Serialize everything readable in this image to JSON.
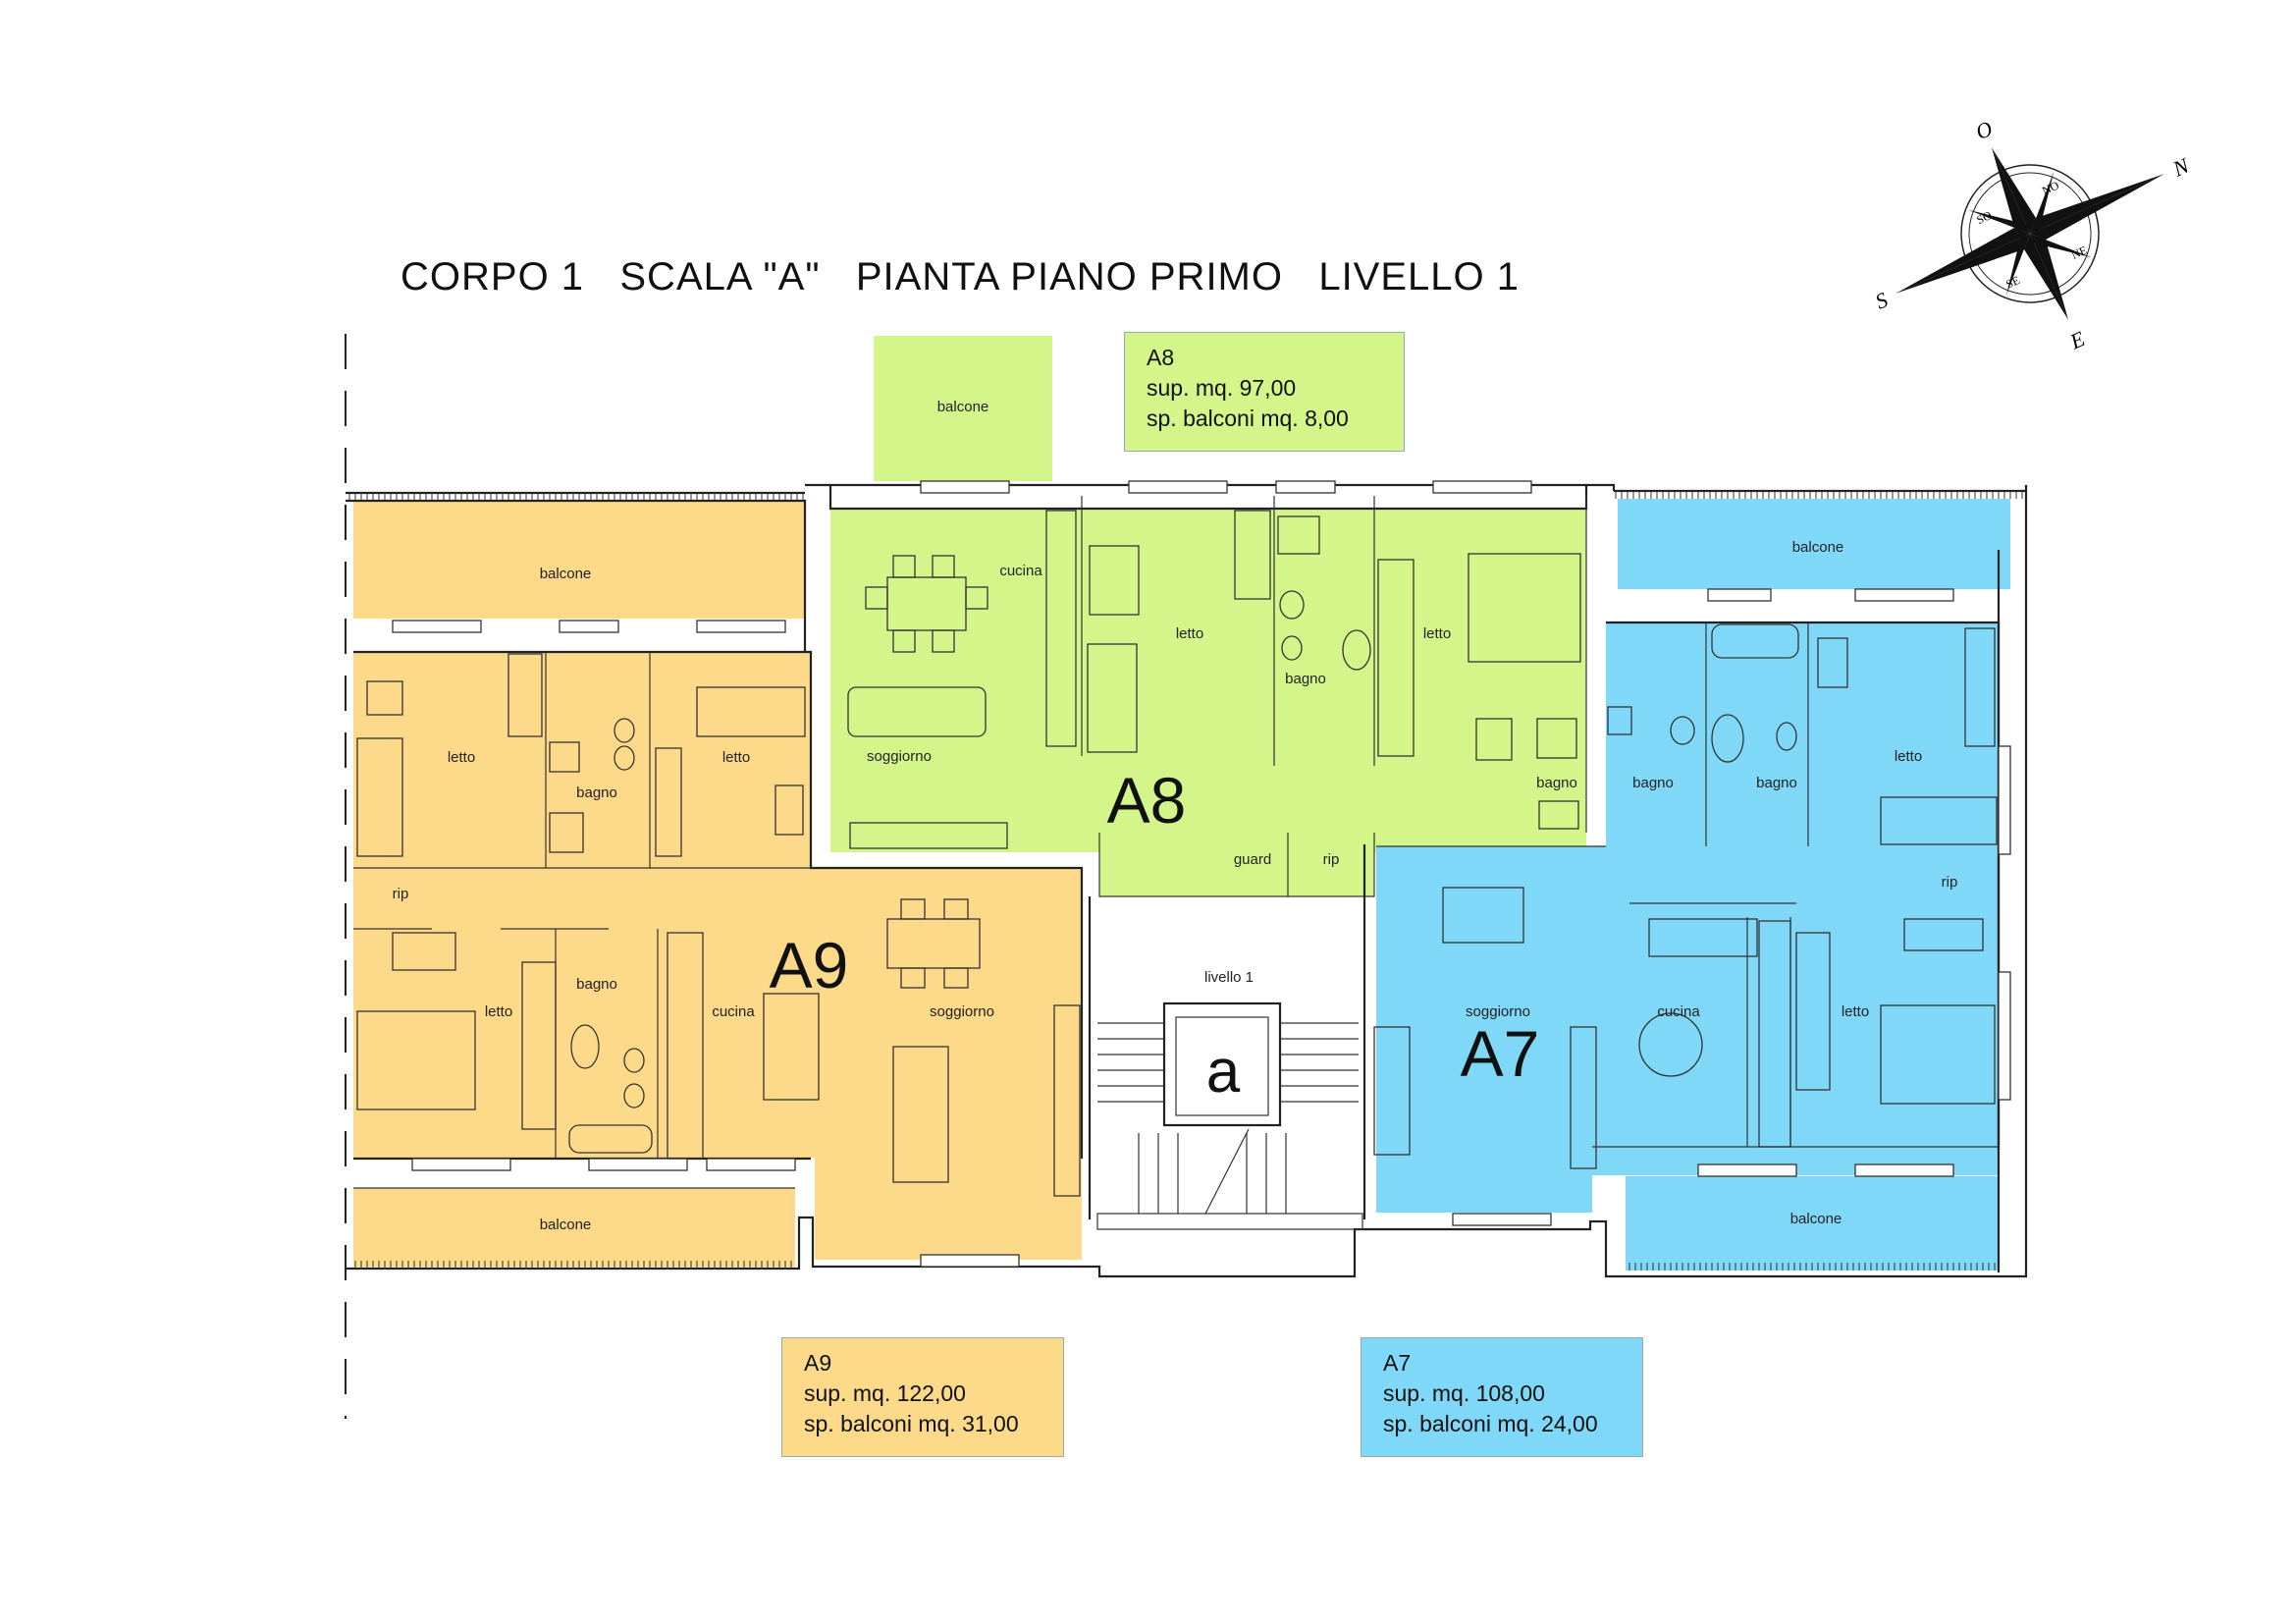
{
  "title": "CORPO 1   SCALA \"A\"   PIANTA PIANO PRIMO   LIVELLO 1",
  "colors": {
    "A7": "#7fd8f7",
    "A8": "#d3f58a",
    "A9": "#fdd98a",
    "stair": "#ffffff",
    "wall": "#222222"
  },
  "info_boxes": {
    "A8": {
      "name": "A8",
      "sup": "sup. mq. 97,00",
      "balconi": "sp. balconi mq. 8,00"
    },
    "A9": {
      "name": "A9",
      "sup": "sup. mq. 122,00",
      "balconi": "sp. balconi mq. 31,00"
    },
    "A7": {
      "name": "A7",
      "sup": "sup. mq. 108,00",
      "balconi": "sp. balconi mq. 24,00"
    }
  },
  "units": {
    "A7": "A7",
    "A8": "A8",
    "A9": "A9"
  },
  "stair_letter": "a",
  "rooms": {
    "a8_balcone": "balcone",
    "a8_cucina": "cucina",
    "a8_letto1": "letto",
    "a8_bagno": "bagno",
    "a8_letto2": "letto",
    "a8_soggiorno": "soggiorno",
    "a8_bagno2": "bagno",
    "a8_guard": "guard",
    "a8_rip": "rip",
    "a9_balcone_top": "balcone",
    "a9_letto1": "letto",
    "a9_bagno1": "bagno",
    "a9_letto2": "letto",
    "a9_rip": "rip",
    "a9_letto3": "letto",
    "a9_bagno2": "bagno",
    "a9_cucina": "cucina",
    "a9_soggiorno": "soggiorno",
    "a9_balcone_bottom": "balcone",
    "stair_livello": "livello 1",
    "a7_balcone_top": "balcone",
    "a7_bagno1": "bagno",
    "a7_bagno2": "bagno",
    "a7_letto1": "letto",
    "a7_rip": "rip",
    "a7_soggiorno": "soggiorno",
    "a7_cucina": "cucina",
    "a7_letto2": "letto",
    "a7_balcone_bottom": "balcone"
  },
  "compass": {
    "S": "S",
    "O": "O",
    "N": "N",
    "E": "E",
    "SO": "SO",
    "NO": "NO",
    "NE": "NE",
    "SE": "SE"
  }
}
